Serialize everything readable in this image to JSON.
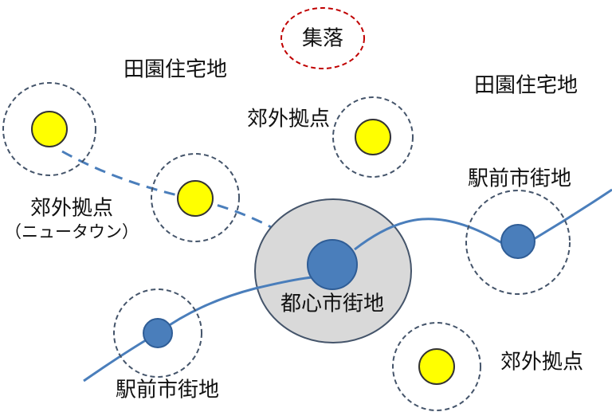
{
  "colors": {
    "suburban_fill": "#ffff00",
    "urban_fill": "#4a7ebb",
    "urban_stroke": "#2f5d96",
    "core_fill": "#d9d9d9",
    "rail_line": "#4a7ebb",
    "zone_dash": "#44546a",
    "village_dash": "#c00000"
  },
  "labels": {
    "village": "集落",
    "rural_residential_left": "田園住宅地",
    "rural_residential_right": "田園住宅地",
    "suburban_hub_top": "郊外拠点",
    "suburban_hub_newtown": "郊外拠点",
    "newtown_note": "（ニュータウン）",
    "city_center": "都心市街地",
    "station_area_right": "駅前市街地",
    "station_area_left": "駅前市街地",
    "suburban_hub_bottom": "郊外拠点"
  }
}
